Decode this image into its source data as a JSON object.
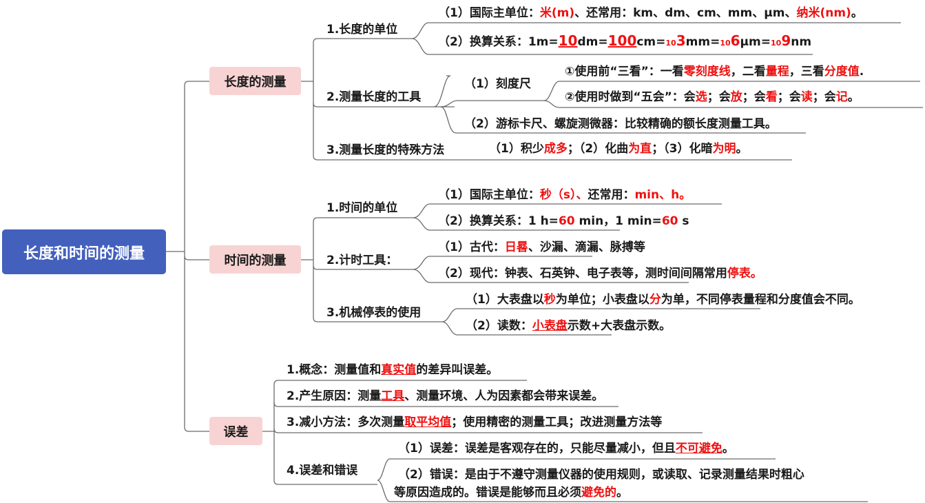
{
  "root": {
    "label": "长度和时间的测量",
    "color": "#4360bd"
  },
  "category_color": "#f8d3d3",
  "highlight_color": "#ee1111",
  "categories": [
    {
      "label": "长度的测量",
      "topics": [
        {
          "label": "1.长度的单位",
          "items": [
            {
              "segments": [
                "（1）国际主单位：",
                "米(m)",
                "、还常用：km、dm、cm、mm、μm、",
                "纳米(nm)",
                "。"
              ],
              "red": [
                1,
                3
              ]
            },
            {
              "segments": [
                "（2）换算关系：1m=",
                "10",
                "dm=",
                "100",
                "cm=",
                "10",
                "3",
                "mm=",
                "10",
                "6",
                "μm=",
                "10",
                "9",
                "nm"
              ],
              "red": [
                1,
                3,
                5,
                6,
                8,
                9,
                11,
                12
              ]
            }
          ]
        },
        {
          "label": "2.测量长度的工具",
          "items": [
            {
              "label": "（1）刻度尺",
              "items": [
                {
                  "segments": [
                    "①使用前“三看”：一看",
                    "零刻度线",
                    "，二看",
                    "量程",
                    "，三看",
                    "分度值",
                    "."
                  ],
                  "red": [
                    1,
                    3,
                    5
                  ]
                },
                {
                  "segments": [
                    "②使用时做到“五会”：会",
                    "选",
                    "；会",
                    "放",
                    "；会",
                    "看",
                    "；会",
                    "读",
                    "；会",
                    "记",
                    "。"
                  ],
                  "red": [
                    1,
                    3,
                    5,
                    7,
                    9
                  ]
                }
              ]
            },
            {
              "segments": [
                "（2）游标卡尺、螺旋测微器：比较精确的额长度测量工具。"
              ],
              "red": []
            }
          ]
        },
        {
          "label": "3.测量长度的特殊方法",
          "items": [
            {
              "segments": [
                "（1）积少",
                "成多",
                "；（2）化曲",
                "为直",
                "；（3）化暗",
                "为明",
                "。"
              ],
              "red": [
                1,
                3,
                5
              ]
            }
          ]
        }
      ]
    },
    {
      "label": "时间的测量",
      "topics": [
        {
          "label": "1.时间的单位",
          "items": [
            {
              "segments": [
                "（1）国际主单位：",
                "秒（s）、",
                "还常用：",
                "min、h。"
              ],
              "red": [
                1,
                3
              ]
            },
            {
              "segments": [
                "（2）换算关系：1 h=",
                "60",
                " min，1 min=",
                "60",
                " s"
              ],
              "red": [
                1,
                3
              ]
            }
          ]
        },
        {
          "label": "2.计时工具：",
          "items": [
            {
              "segments": [
                "（1）古代：",
                "日晷",
                "、沙漏、滴漏、脉搏等"
              ],
              "red": [
                1
              ]
            },
            {
              "segments": [
                "（2）现代：钟表、石英钟、电子表等，测时间间隔常用",
                "停表。"
              ],
              "red": [
                1
              ]
            }
          ]
        },
        {
          "label": "3.机械停表的使用",
          "items": [
            {
              "segments": [
                "（1）大表盘以",
                "秒",
                "为单位；小表盘以",
                "分",
                "为单，不同停表量程和分度值会不同。"
              ],
              "red": [
                1,
                3
              ]
            },
            {
              "segments": [
                "（2）读数：",
                "小表盘",
                "示数+大表盘示数。"
              ],
              "red": [
                1
              ]
            }
          ]
        }
      ]
    },
    {
      "label": "误差",
      "topics": [
        {
          "segments": [
            "1.概念：测量值和",
            "真实值",
            "的差异叫误差。"
          ],
          "red": [
            1
          ]
        },
        {
          "segments": [
            "2.产生原因：测量",
            "工具",
            "、测量环境、人为因素都会带来误差。"
          ],
          "red": [
            1
          ]
        },
        {
          "segments": [
            "3.减小方法：多次测量",
            "取平均值",
            "；使用精密的测量工具；改进测量方法等"
          ],
          "red": [
            1
          ]
        },
        {
          "label": "4.误差和错误",
          "items": [
            {
              "segments": [
                "（1）误差：误差是客观存在的，只能尽量减小，但且",
                "不可避免",
                "。"
              ],
              "red": [
                1
              ]
            },
            {
              "segments": [
                "（2）错误：是由于不遵守测量仪器的使用规则，或读取、记录测量结果时粗心"
              ],
              "red": []
            },
            {
              "segments": [
                "等原因造成的。错误是能够而且必须",
                "避免的",
                "。"
              ],
              "red": [
                1
              ]
            }
          ]
        }
      ]
    }
  ]
}
